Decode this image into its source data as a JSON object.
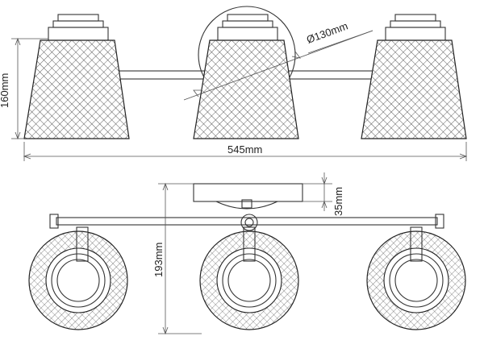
{
  "front_view": {
    "height_label": "160mm",
    "width_label": "545mm",
    "canopy_diameter_label": "Ø130mm"
  },
  "top_view": {
    "depth_label": "35mm",
    "projection_label": "193mm"
  }
}
